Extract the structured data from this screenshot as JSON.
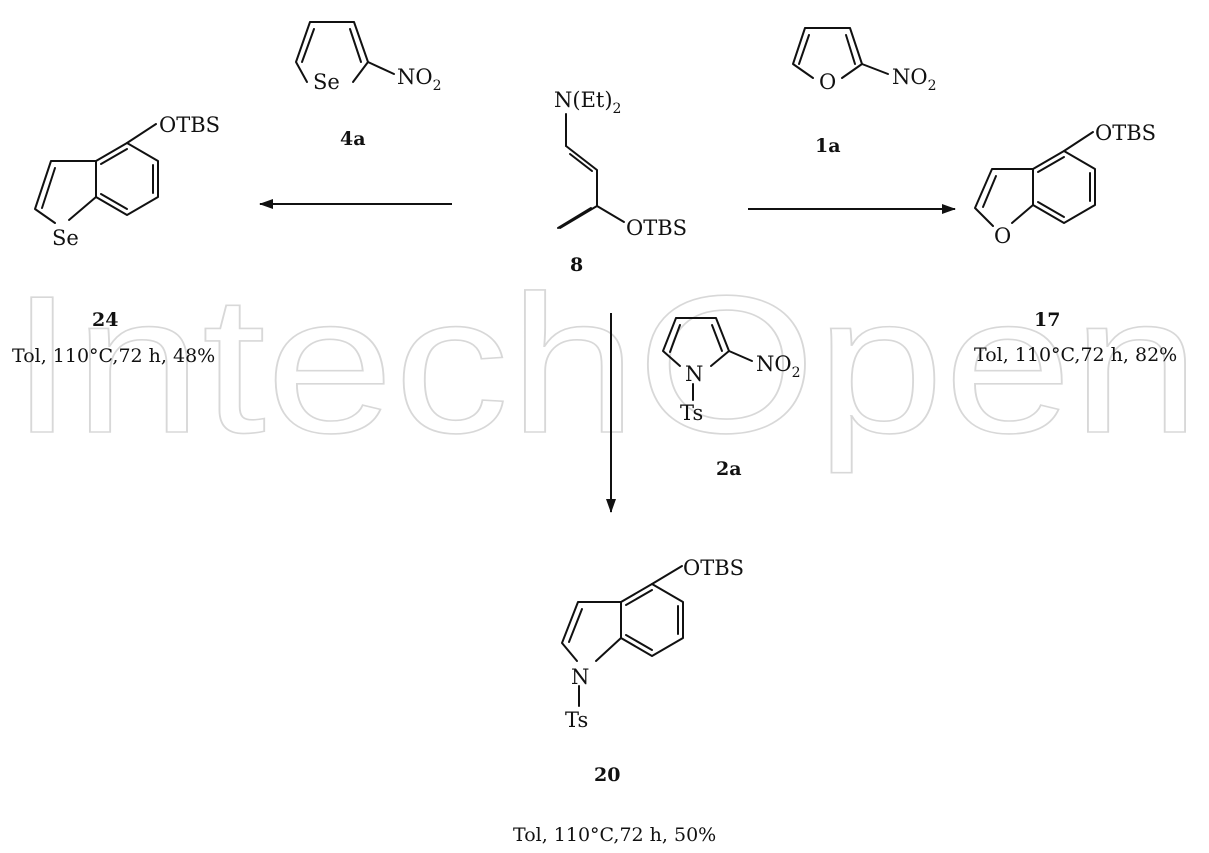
{
  "watermark": "IntechOpen",
  "reagents": {
    "selenophene": {
      "substituent": "NO",
      "subscript": "2",
      "heteroatom": "Se",
      "number": "4a"
    },
    "furan": {
      "substituent": "NO",
      "subscript": "2",
      "heteroatom": "O",
      "number": "1a"
    },
    "pyrrole": {
      "substituent": "NO",
      "subscript": "2",
      "heteroatom": "N",
      "protecting": "Ts",
      "number": "2a"
    }
  },
  "diene": {
    "amine": "N(Et)",
    "amine_subscript": "2",
    "silyl": "OTBS",
    "number": "8"
  },
  "products": {
    "benzoselenophene": {
      "group": "OTBS",
      "heteroatom": "Se",
      "number": "24",
      "conditions": "Tol, 110°C,72 h, 48%"
    },
    "benzofuran": {
      "group": "OTBS",
      "heteroatom": "O",
      "number": "17",
      "conditions": "Tol, 110°C,72 h, 82%"
    },
    "indole": {
      "group": "OTBS",
      "heteroatom": "N",
      "protecting": "Ts",
      "number": "20",
      "conditions": "Tol, 110°C,72 h, 50%"
    }
  }
}
